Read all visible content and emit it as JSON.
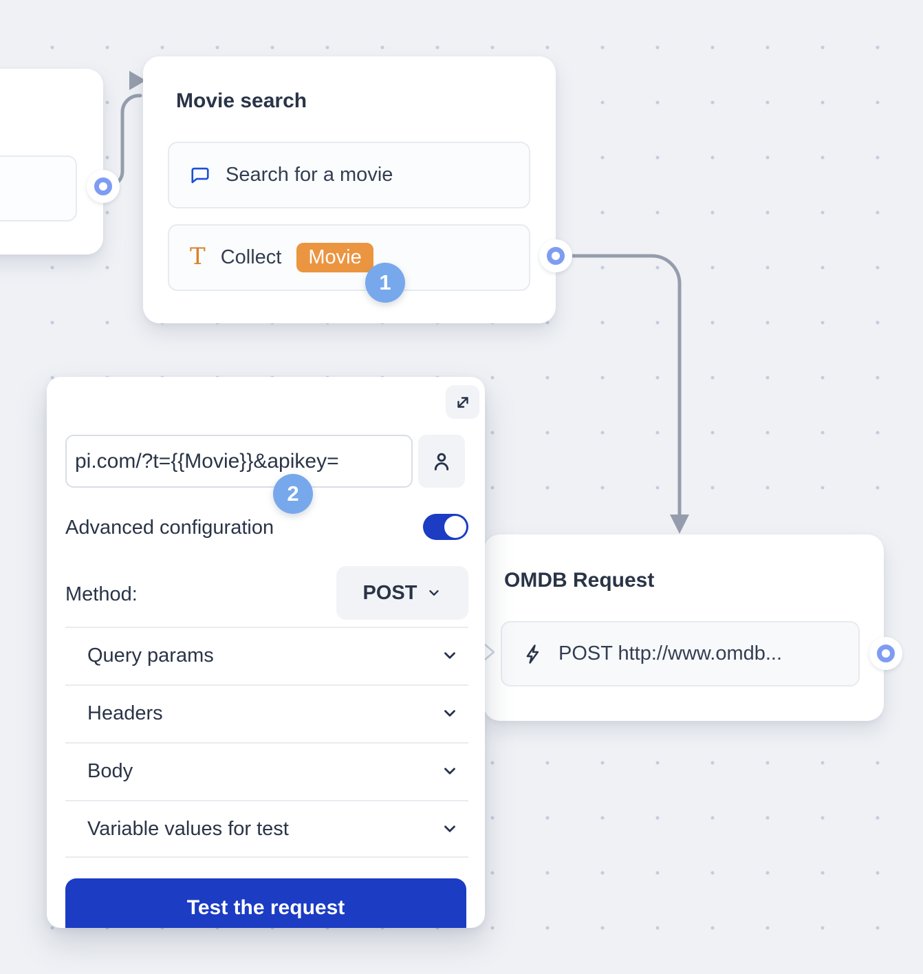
{
  "flow": {
    "movie_card": {
      "title": "Movie search",
      "question_row": {
        "icon": "chat-bubble-icon",
        "label": "Search for a movie"
      },
      "collect_row": {
        "icon": "text-type-icon",
        "label": "Collect",
        "variable_chip": "Movie"
      },
      "step_badge": "1"
    },
    "omdb_card": {
      "title": "OMDB Request",
      "request_row": {
        "icon": "lightning-icon",
        "label": "POST http://www.omdb..."
      }
    },
    "panel": {
      "expand_icon": "expand-diagonal-icon",
      "url_value": "pi.com/?t={{Movie}}&apikey=",
      "user_icon": "person-icon",
      "step_badge": "2",
      "advanced_label": "Advanced configuration",
      "toggle_state": "on",
      "method_label": "Method:",
      "method_value": "POST",
      "sections": [
        "Query params",
        "Headers",
        "Body",
        "Variable values for test"
      ],
      "test_button_label": "Test the request"
    }
  },
  "colors": {
    "canvas_bg": "#eff1f5",
    "grid_dot": "#c4ccdd",
    "accent_blue": "#1b3cc3",
    "step_badge_blue": "#77a8ec",
    "port_blue": "#7e9cf2",
    "variable_orange": "#eb9540",
    "type_icon_orange": "#d9822b",
    "bubble_icon_blue": "#1d4ed8",
    "connector_gray": "#959dac",
    "text_navy": "#2a3447"
  }
}
